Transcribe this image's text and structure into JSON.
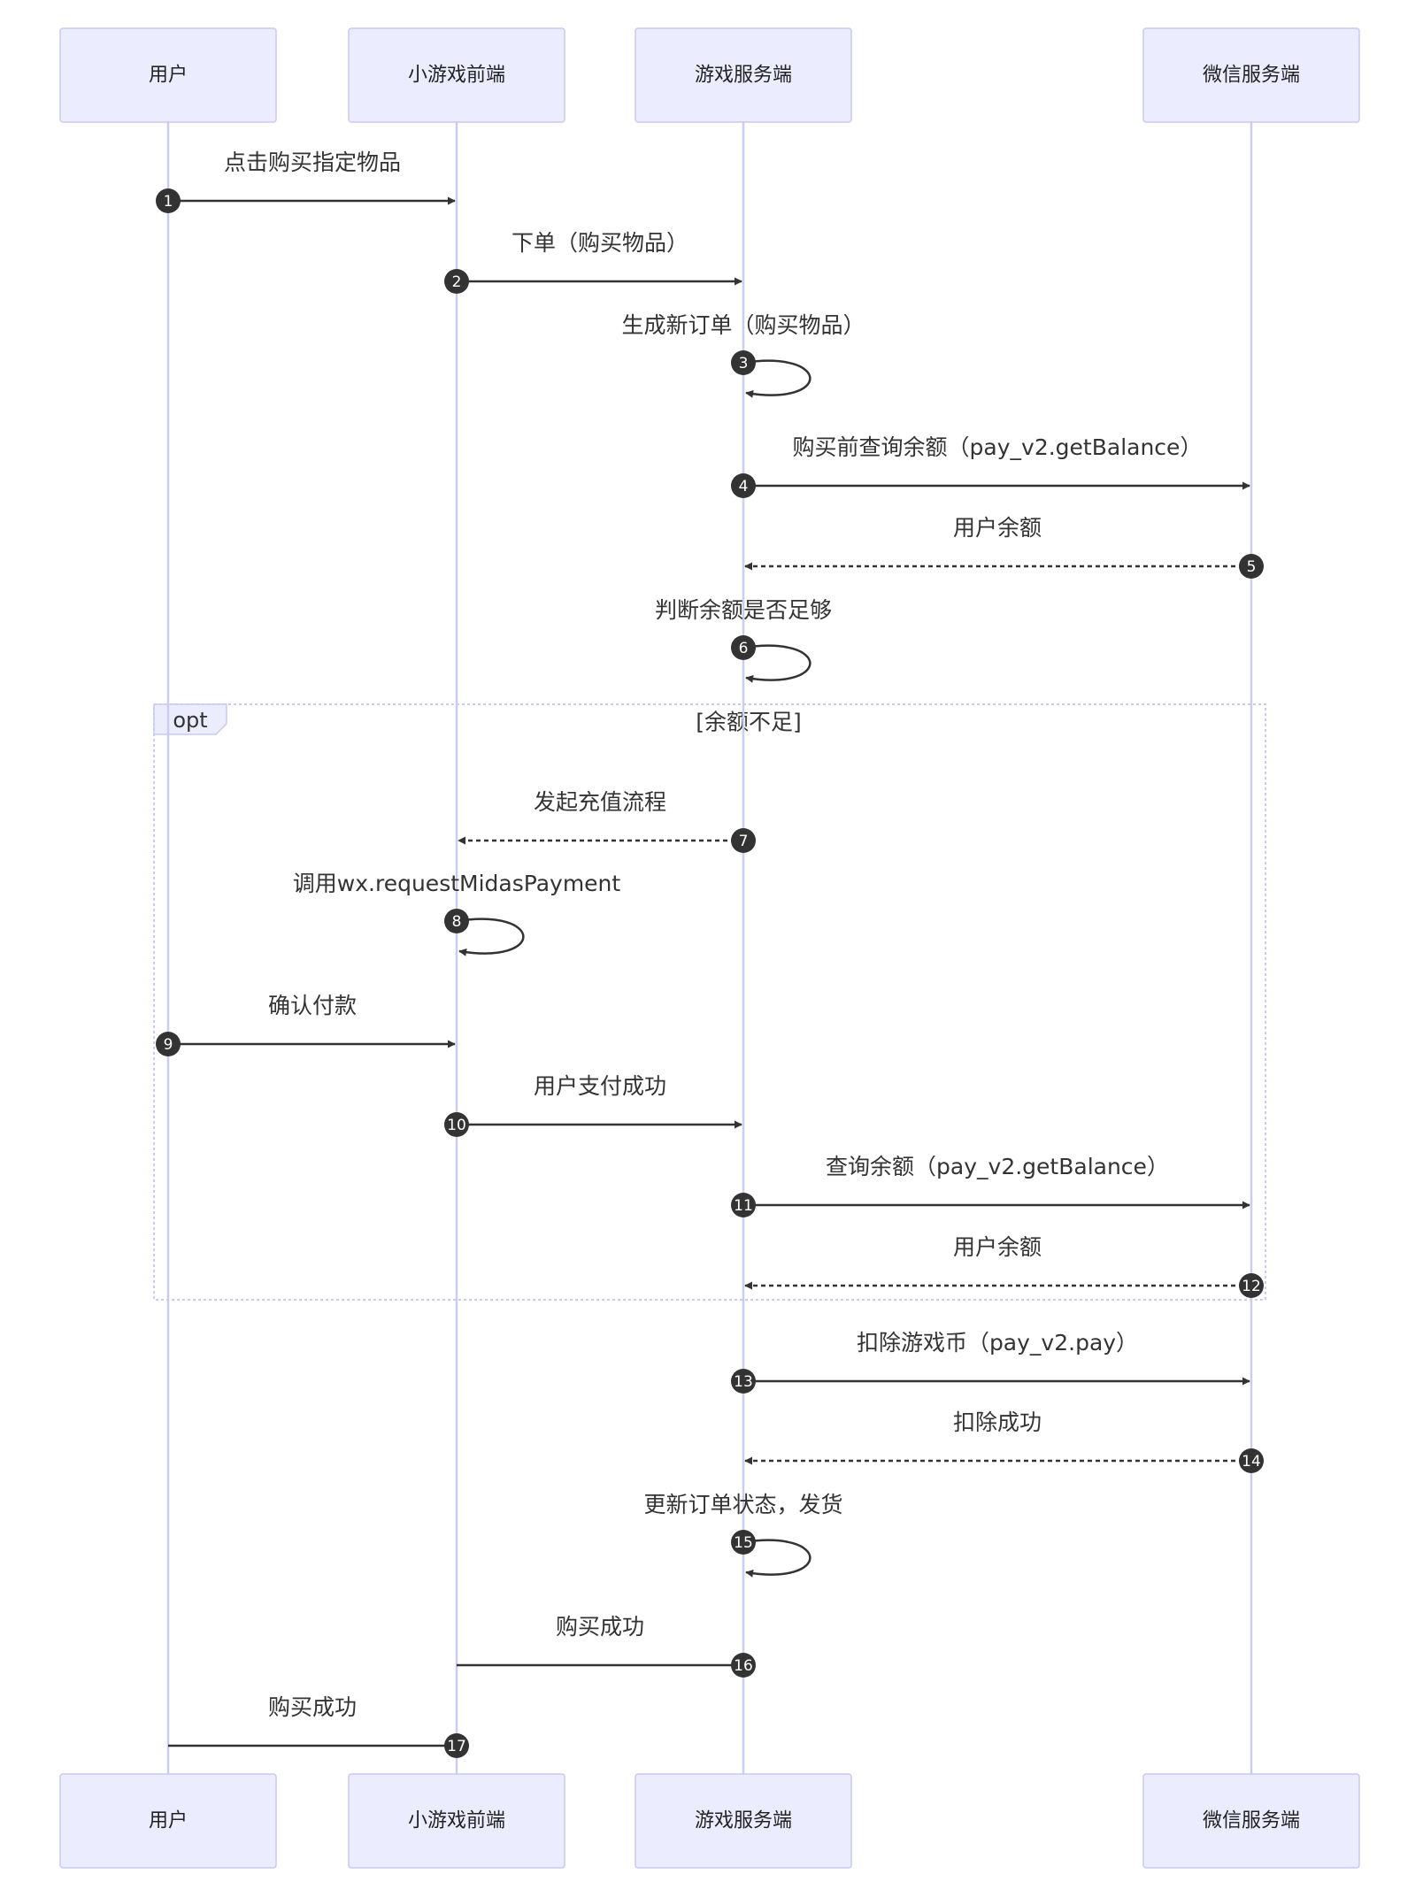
{
  "diagram": {
    "type": "sequence",
    "participants": [
      {
        "id": "user",
        "label": "用户"
      },
      {
        "id": "frontend",
        "label": "小游戏前端"
      },
      {
        "id": "server",
        "label": "游戏服务端"
      },
      {
        "id": "wechat",
        "label": "微信服务端"
      }
    ],
    "messages": [
      {
        "seq": "1",
        "from": "user",
        "to": "frontend",
        "label": "点击购买指定物品",
        "kind": "solid-arrow"
      },
      {
        "seq": "2",
        "from": "frontend",
        "to": "server",
        "label": "下单（购买物品）",
        "kind": "solid-arrow"
      },
      {
        "seq": "3",
        "from": "server",
        "to": "server",
        "label": "生成新订单（购买物品）",
        "kind": "self"
      },
      {
        "seq": "4",
        "from": "server",
        "to": "wechat",
        "label": "购买前查询余额（pay_v2.getBalance）",
        "kind": "solid-arrow"
      },
      {
        "seq": "5",
        "from": "wechat",
        "to": "server",
        "label": "用户余额",
        "kind": "dashed-arrow"
      },
      {
        "seq": "6",
        "from": "server",
        "to": "server",
        "label": "判断余额是否足够",
        "kind": "self"
      },
      {
        "seq": "7",
        "from": "server",
        "to": "frontend",
        "label": "发起充值流程",
        "kind": "dashed-arrow"
      },
      {
        "seq": "8",
        "from": "frontend",
        "to": "frontend",
        "label": "调用wx.requestMidasPayment",
        "kind": "self"
      },
      {
        "seq": "9",
        "from": "user",
        "to": "frontend",
        "label": "确认付款",
        "kind": "solid-arrow"
      },
      {
        "seq": "10",
        "from": "frontend",
        "to": "server",
        "label": "用户支付成功",
        "kind": "solid-arrow"
      },
      {
        "seq": "11",
        "from": "server",
        "to": "wechat",
        "label": "查询余额（pay_v2.getBalance）",
        "kind": "solid-arrow"
      },
      {
        "seq": "12",
        "from": "wechat",
        "to": "server",
        "label": "用户余额",
        "kind": "dashed-arrow"
      },
      {
        "seq": "13",
        "from": "server",
        "to": "wechat",
        "label": "扣除游戏币（pay_v2.pay）",
        "kind": "solid-arrow"
      },
      {
        "seq": "14",
        "from": "wechat",
        "to": "server",
        "label": "扣除成功",
        "kind": "dashed-arrow"
      },
      {
        "seq": "15",
        "from": "server",
        "to": "server",
        "label": "更新订单状态，发货",
        "kind": "self"
      },
      {
        "seq": "16",
        "from": "server",
        "to": "frontend",
        "label": "购买成功",
        "kind": "solid-open"
      },
      {
        "seq": "17",
        "from": "frontend",
        "to": "user",
        "label": "购买成功",
        "kind": "solid-open"
      }
    ],
    "opt_block": {
      "keyword": "opt",
      "condition": "[余额不足]",
      "first_seq": "7",
      "last_seq": "12"
    }
  },
  "colors": {
    "actor_fill": "#ECECFF",
    "actor_stroke": "#C9C9F0",
    "lifeline": "#CCCCF0",
    "line": "#333333",
    "seq_circle": "#333333"
  }
}
